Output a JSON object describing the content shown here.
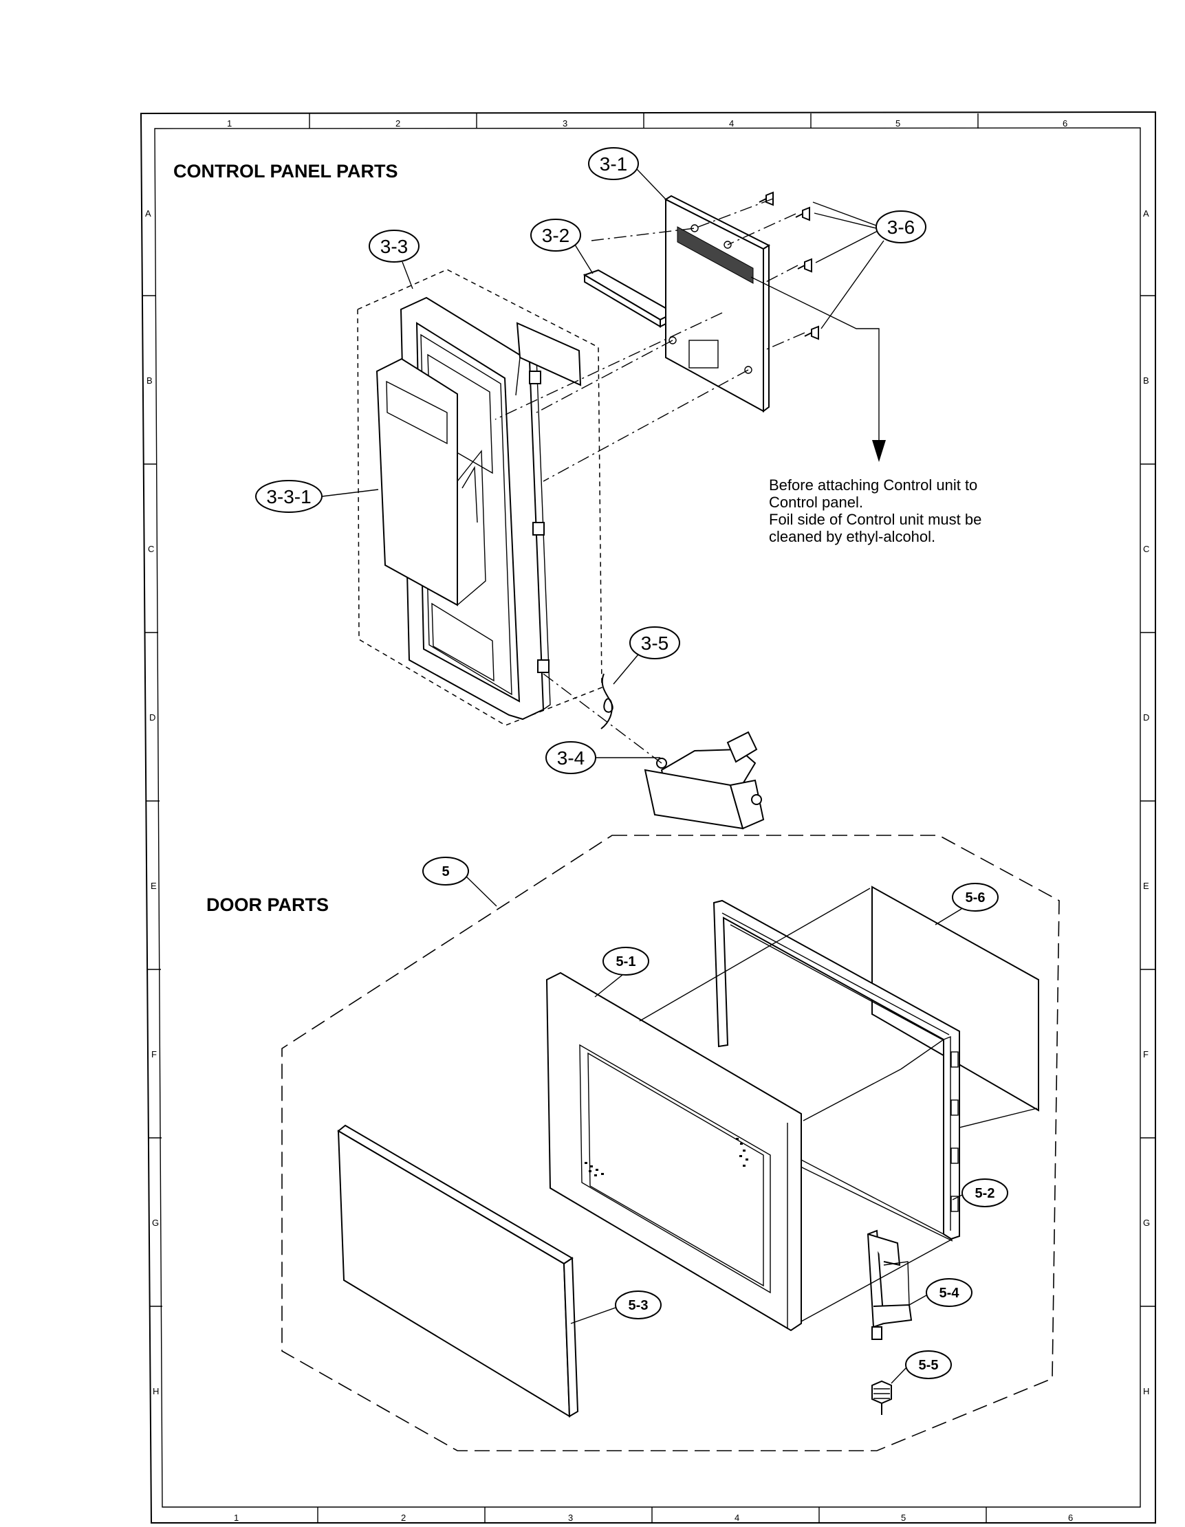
{
  "sections": {
    "control_panel_heading": "CONTROL PANEL PARTS",
    "door_parts_heading": "DOOR PARTS"
  },
  "note": {
    "line1": "Before attaching Control unit to",
    "line2": "Control panel.",
    "line3": "Foil side of Control unit must be",
    "line4": "cleaned by ethyl-alcohol."
  },
  "callouts": {
    "c3_1": "3-1",
    "c3_2": "3-2",
    "c3_3": "3-3",
    "c3_3_1": "3-3-1",
    "c3_4": "3-4",
    "c3_5": "3-5",
    "c3_6": "3-6",
    "c5": "5",
    "c5_1": "5-1",
    "c5_2": "5-2",
    "c5_3": "5-3",
    "c5_4": "5-4",
    "c5_5": "5-5",
    "c5_6": "5-6"
  },
  "grid": {
    "top_cols": [
      "1",
      "2",
      "3",
      "4",
      "5",
      "6"
    ],
    "bottom_cols": [
      "1",
      "2",
      "3",
      "4",
      "5",
      "6"
    ],
    "left_rows": [
      "A",
      "B",
      "C",
      "D",
      "E",
      "F",
      "G",
      "H"
    ],
    "right_rows": [
      "A",
      "B",
      "C",
      "D",
      "E",
      "F",
      "G",
      "H"
    ]
  }
}
